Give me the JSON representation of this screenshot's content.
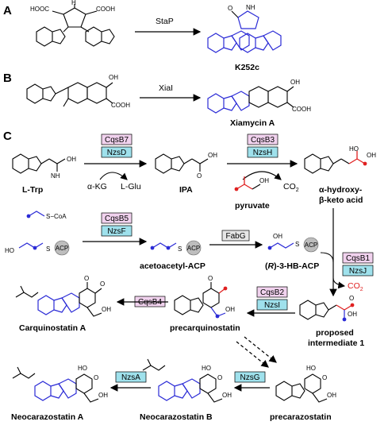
{
  "panels": {
    "a": "A",
    "b": "B",
    "c": "C"
  },
  "enzymes": {
    "stap": "StaP",
    "xial": "XiaI",
    "cqsb7": "CqsB7",
    "nzsd": "NzsD",
    "cqsb3": "CqsB3",
    "nzsh": "NzsH",
    "cqsb5": "CqsB5",
    "nzsf": "NzsF",
    "fabg": "FabG",
    "cqsb1": "CqsB1",
    "nzsj": "NzsJ",
    "cqsb2": "CqsB2",
    "nzsi": "NzsI",
    "cqsb4": "CqsB4",
    "nzsa": "NzsA",
    "nzsg": "NzsG"
  },
  "compounds": {
    "k252c": "K252c",
    "xiamycin": "Xiamycin A",
    "ltrp": "L-Trp",
    "ipa": "IPA",
    "hydroxy_line1": "α-hydroxy-",
    "hydroxy_line2": "β-keto acid",
    "pyruvate": "pyruvate",
    "acetoacetyl": "acetoacetyl-ACP",
    "hb_prefix": "(",
    "hb_r": "R",
    "hb_suffix": ")-3-HB-ACP",
    "int_line1": "proposed",
    "int_line2": "intermediate 1",
    "carquinostatin": "Carquinostatin A",
    "precarquinostatin": "precarquinostatin",
    "neo_a": "Neocarazostatin A",
    "neo_b": "Neocarazostatin B",
    "precarazostatin": "precarazostatin"
  },
  "cofactors": {
    "akg": "α-KG",
    "lglu": "L-Glu",
    "co2": "CO",
    "co2_sub": "2",
    "acp": "ACP"
  },
  "atoms": {
    "hooc": "HOOC",
    "cooh": "COOH",
    "h": "H",
    "n": "N",
    "o": "O",
    "oh": "OH",
    "ho": "HO",
    "nh": "NH",
    "nh2": "NH",
    "nh2_sub": "2",
    "s": "S",
    "scoa": "S−CoA",
    "h_dash": "H",
    "me": "H"
  },
  "colors": {
    "blue": "#2b2bd6",
    "red": "#e02020",
    "pink": "#f1d2ee",
    "cyan": "#9fe1ec",
    "gray": "#e6e6e6",
    "acp": "#bdbdbd"
  }
}
